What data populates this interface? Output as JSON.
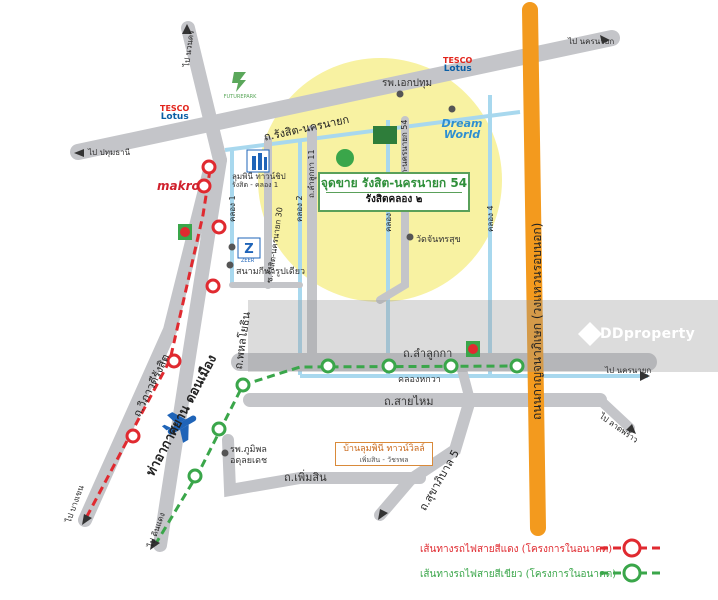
{
  "project": {
    "name": "จุดขาย รังสิต-นครนายก 54",
    "sub": "รังสิตคลอง ๒"
  },
  "roads": {
    "rangsit_nakhonnayok": "ถ.รังสิต-นครนายก",
    "vibhavadi": "ถ.วิภาวดีรังสิต",
    "phahonyothin": "ถ.พหลโยธิน",
    "lamlukka": "ถ.ลำลูกกา",
    "saimai": "ถ.สายไหม",
    "phemsin": "ถ.เพิ่มสิน",
    "sukhaphiban5": "ถ.สุขาภิบาล 5",
    "kanchanaphisek": "ถนนกาญจนาภิเษก (วงแหวนรอบนอก)",
    "klong_hok_wa": "คลองหกวา",
    "soi_lamlukka11": "ถ.ลำลูกกา 11",
    "soi_rangsit30": "ซ.รังสิต-นครนายก 30",
    "soi_rangsit54": "ซ.รังสิต-นครนายก 54"
  },
  "canals": {
    "k1": "คลอง 1",
    "k2": "คลอง 2",
    "k3": "คลอง 3",
    "k4": "คลอง 4"
  },
  "directions": {
    "nakhonnayok_top": "ไป นครนายก",
    "pathumthani": "ไป ปทุมธานี",
    "nakhonnayok_mid": "ไป นครนายก",
    "khubon": "ไป ลาดพร้าว",
    "bangkhen": "ไป บางเขน",
    "dinkdaeng": "ไป ดินแดง",
    "top_left": "ไป นวนคร"
  },
  "places": {
    "hospital_ekpathum": "รพ.เอกปทุม",
    "tesco_top": {
      "line1": "TESCO",
      "line2": "Lotus"
    },
    "tesco_left": {
      "line1": "TESCO",
      "line2": "Lotus"
    },
    "makro": "makro",
    "future_park": "FUTUREPARK",
    "lumpini": {
      "name": "ลุมพินี ทาวน์ชิป",
      "sub": "รังสิต - คลอง 1"
    },
    "zeer": "ZEER",
    "stadium": "สนามกีฬารูปเดียว",
    "wat": "วัดจันทรสุข",
    "hospital_bhumibol": "รพ.ภูมิพล อดุลยเดช",
    "village": {
      "name": "บ้านลุมพินี ทาวน์วิลล์",
      "sub": "เพิ่มสิน - วัชรพล"
    },
    "dream_world": "Dream World",
    "airport": "ท่าอากาศยาน ดอนเมือง"
  },
  "legend": {
    "red_line": "เส้นทางรถไฟสายสีแดง (โครงการในอนาคต)",
    "green_line": "เส้นทางรถไฟสายสีเขียว (โครงการในอนาคต)"
  },
  "watermark": "DDproperty",
  "colors": {
    "road": "#c4c5c9",
    "canal": "#a8d8ee",
    "area": "#f8f2a2",
    "expressway": "#f39a1e",
    "red_line": "#e02a30",
    "green_line": "#3aa64a"
  }
}
